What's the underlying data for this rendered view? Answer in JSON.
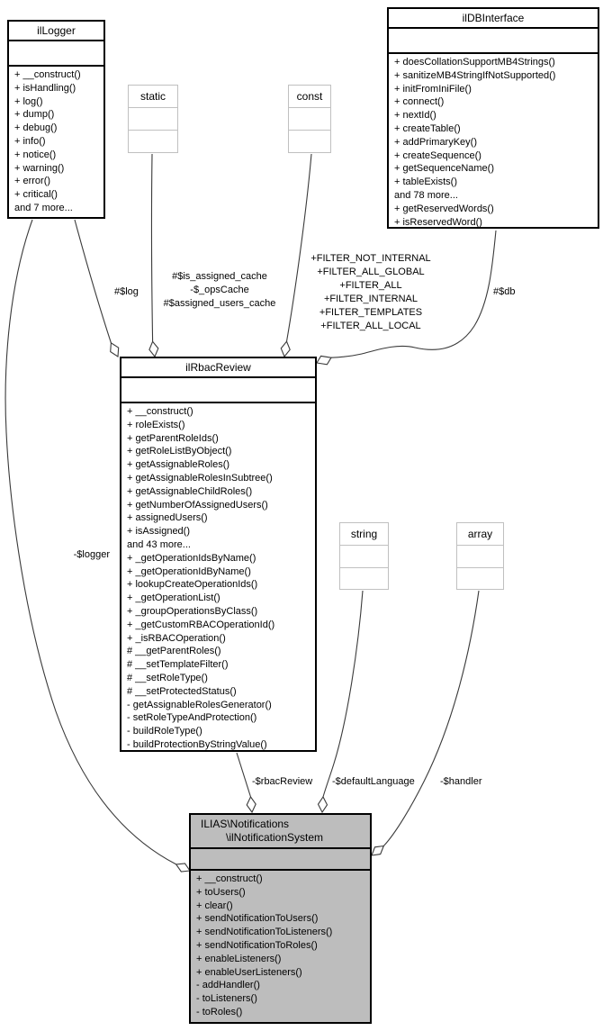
{
  "diagram_title": "ilNotificationSystem collaboration diagram",
  "colors": {
    "class_border": "#000000",
    "class_fill": "#ffffff",
    "highlight_fill": "#bdbdbd",
    "builtin_border": "#c0c0c0",
    "edge": "#3a3a3a",
    "label_text": "#000000"
  },
  "classes": {
    "illogger": {
      "title": "ilLogger",
      "members": [
        "+ __construct()",
        "+ isHandling()",
        "+ log()",
        "+ dump()",
        "+ debug()",
        "+ info()",
        "+ notice()",
        "+ warning()",
        "+ error()",
        "+ critical()",
        "and 7 more..."
      ]
    },
    "static_box": {
      "title": "static"
    },
    "const_box": {
      "title": "const"
    },
    "ildbinterface": {
      "title": "ilDBInterface",
      "members": [
        "+ doesCollationSupportMB4Strings()",
        "+ sanitizeMB4StringIfNotSupported()",
        "+ initFromIniFile()",
        "+ connect()",
        "+ nextId()",
        "+ createTable()",
        "+ addPrimaryKey()",
        "+ createSequence()",
        "+ getSequenceName()",
        "+ tableExists()",
        "and 78 more...",
        "+ getReservedWords()",
        "+ isReservedWord()"
      ]
    },
    "ilrbacreview": {
      "title": "ilRbacReview",
      "members": [
        "+ __construct()",
        "+ roleExists()",
        "+ getParentRoleIds()",
        "+ getRoleListByObject()",
        "+ getAssignableRoles()",
        "+ getAssignableRolesInSubtree()",
        "+ getAssignableChildRoles()",
        "+ getNumberOfAssignedUsers()",
        "+ assignedUsers()",
        "+ isAssigned()",
        "and 43 more...",
        "+ _getOperationIdsByName()",
        "+ _getOperationIdByName()",
        "+ lookupCreateOperationIds()",
        "+ _getOperationList()",
        "+ _groupOperationsByClass()",
        "+ _getCustomRBACOperationId()",
        "+ _isRBACOperation()",
        "# __getParentRoles()",
        "# __setTemplateFilter()",
        "# __setRoleType()",
        "# __setProtectedStatus()",
        "- getAssignableRolesGenerator()",
        "- setRoleTypeAndProtection()",
        "- buildRoleType()",
        "- buildProtectionByStringValue()"
      ]
    },
    "string_box": {
      "title": "string"
    },
    "array_box": {
      "title": "array"
    },
    "ilnotificationsystem": {
      "title_line1": "ILIAS\\Notifications",
      "title_line2": "\\ilNotificationSystem",
      "members": [
        "+ __construct()",
        "+ toUsers()",
        "+ clear()",
        "+ sendNotificationToUsers()",
        "+ sendNotificationToListeners()",
        "+ sendNotificationToRoles()",
        "+ enableListeners()",
        "+ enableUserListeners()",
        "- addHandler()",
        "- toListeners()",
        "- toRoles()"
      ]
    }
  },
  "edge_labels": {
    "log": "#$log",
    "caches": [
      "#$is_assigned_cache",
      "-$_opsCache",
      "#$assigned_users_cache"
    ],
    "filters": [
      "+FILTER_NOT_INTERNAL",
      "+FILTER_ALL_GLOBAL",
      "+FILTER_ALL",
      "+FILTER_INTERNAL",
      "+FILTER_TEMPLATES",
      "+FILTER_ALL_LOCAL"
    ],
    "db": "#$db",
    "logger": "-$logger",
    "rbacreview": "-$rbacReview",
    "defaultlanguage": "-$defaultLanguage",
    "handler": "-$handler"
  }
}
